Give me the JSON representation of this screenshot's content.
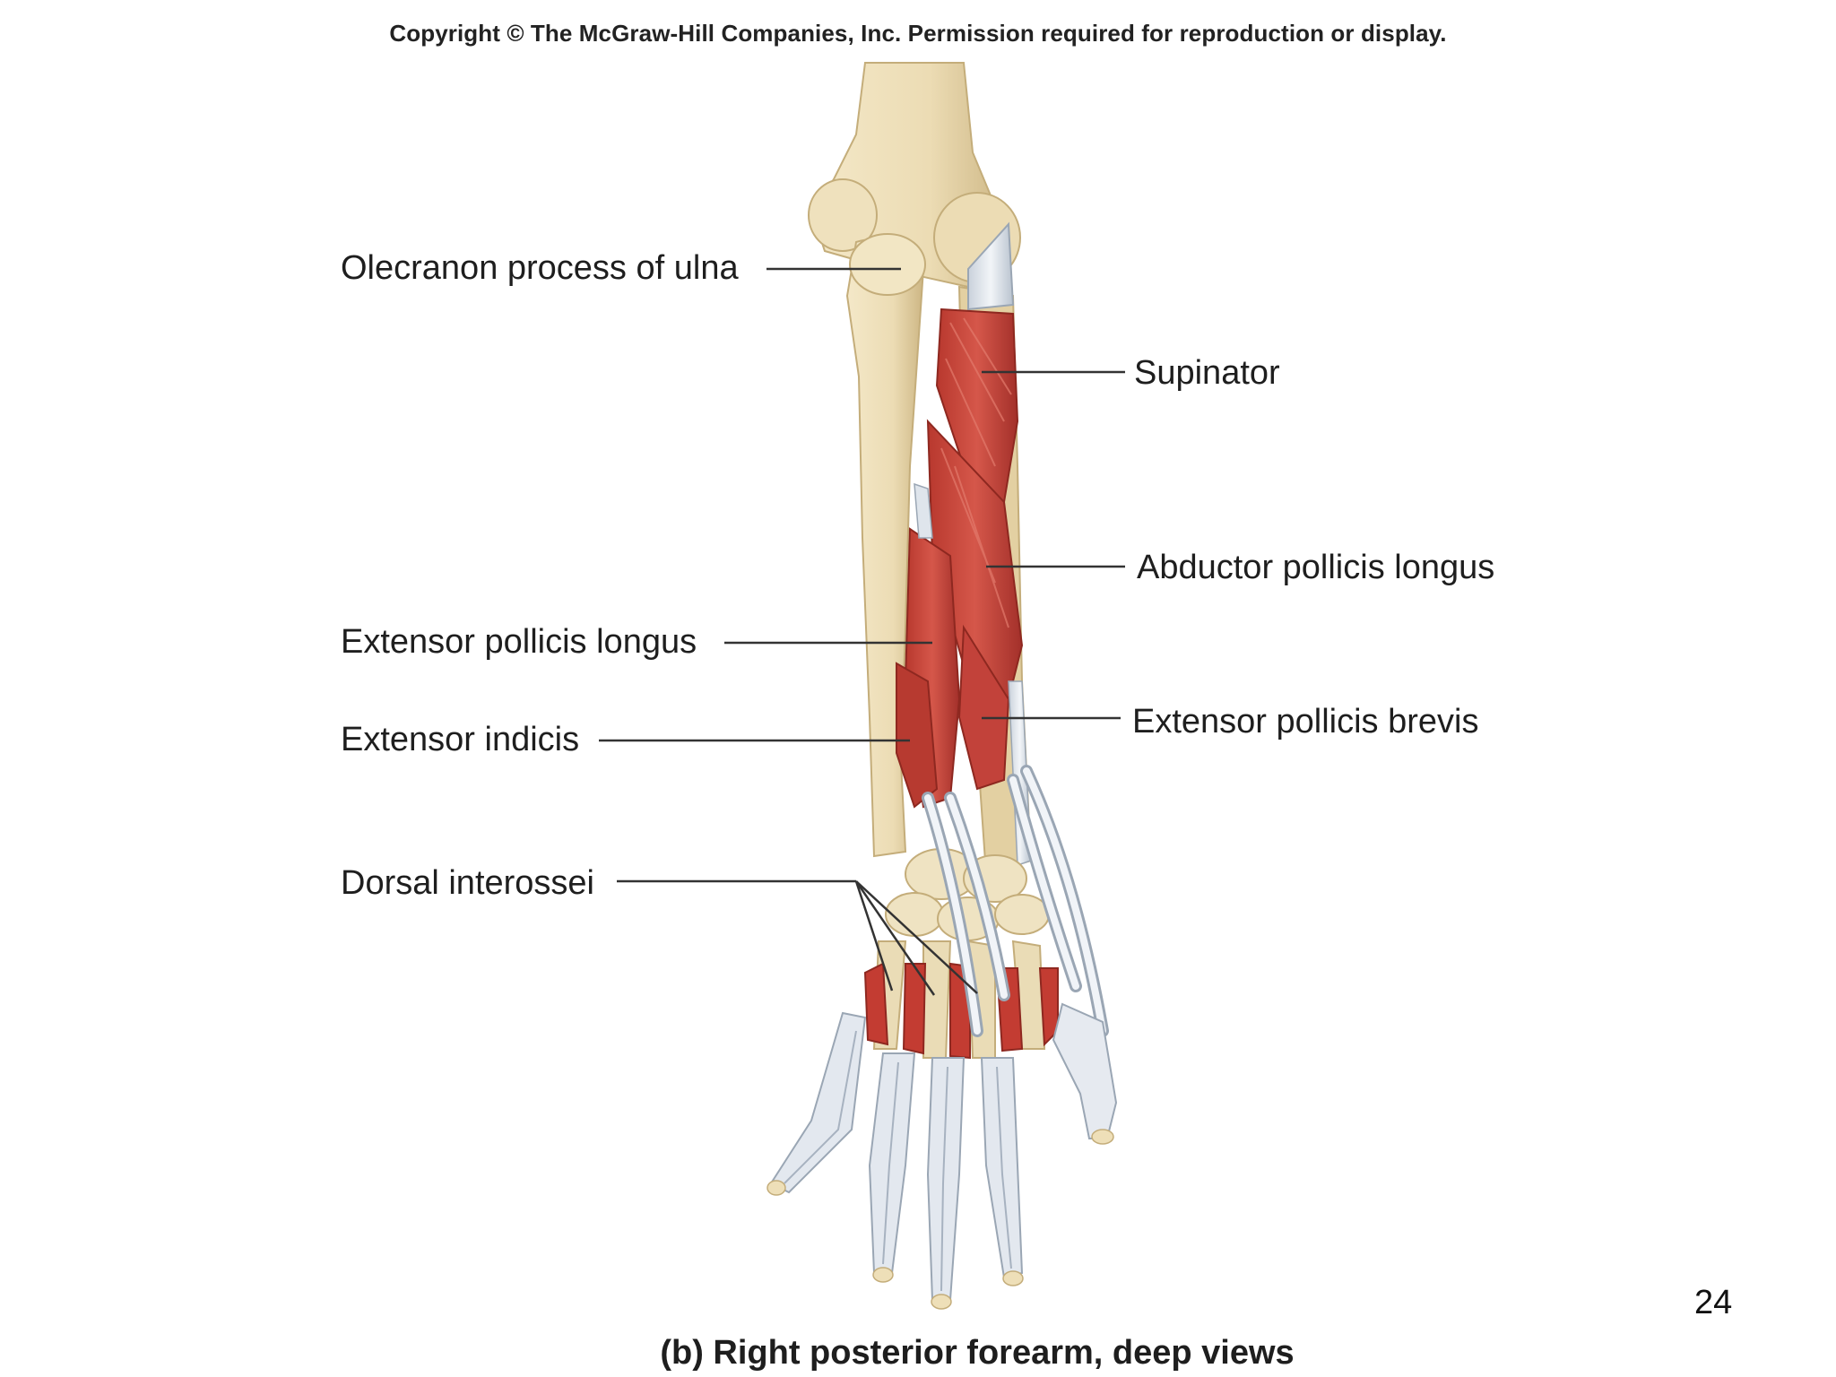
{
  "figure": {
    "copyright": "Copyright © The McGraw-Hill Companies, Inc. Permission required for reproduction or display.",
    "caption": "(b) Right posterior forearm, deep views",
    "page_number": "24",
    "labels": {
      "olecranon": "Olecranon process of ulna",
      "supinator": "Supinator",
      "abductor_pollicis_longus": "Abductor pollicis longus",
      "extensor_pollicis_longus": "Extensor pollicis longus",
      "extensor_indicis": "Extensor indicis",
      "extensor_pollicis_brevis": "Extensor pollicis brevis",
      "dorsal_interossei": "Dorsal interossei"
    }
  },
  "colors": {
    "bone": "#ecdcb4",
    "bone_shade": "#d6c08e",
    "muscle": "#c8463a",
    "muscle_dark": "#9e2a22",
    "tendon": "#dde3ea",
    "tendon_edge": "#9aa6b4",
    "leader_line": "#333333"
  }
}
